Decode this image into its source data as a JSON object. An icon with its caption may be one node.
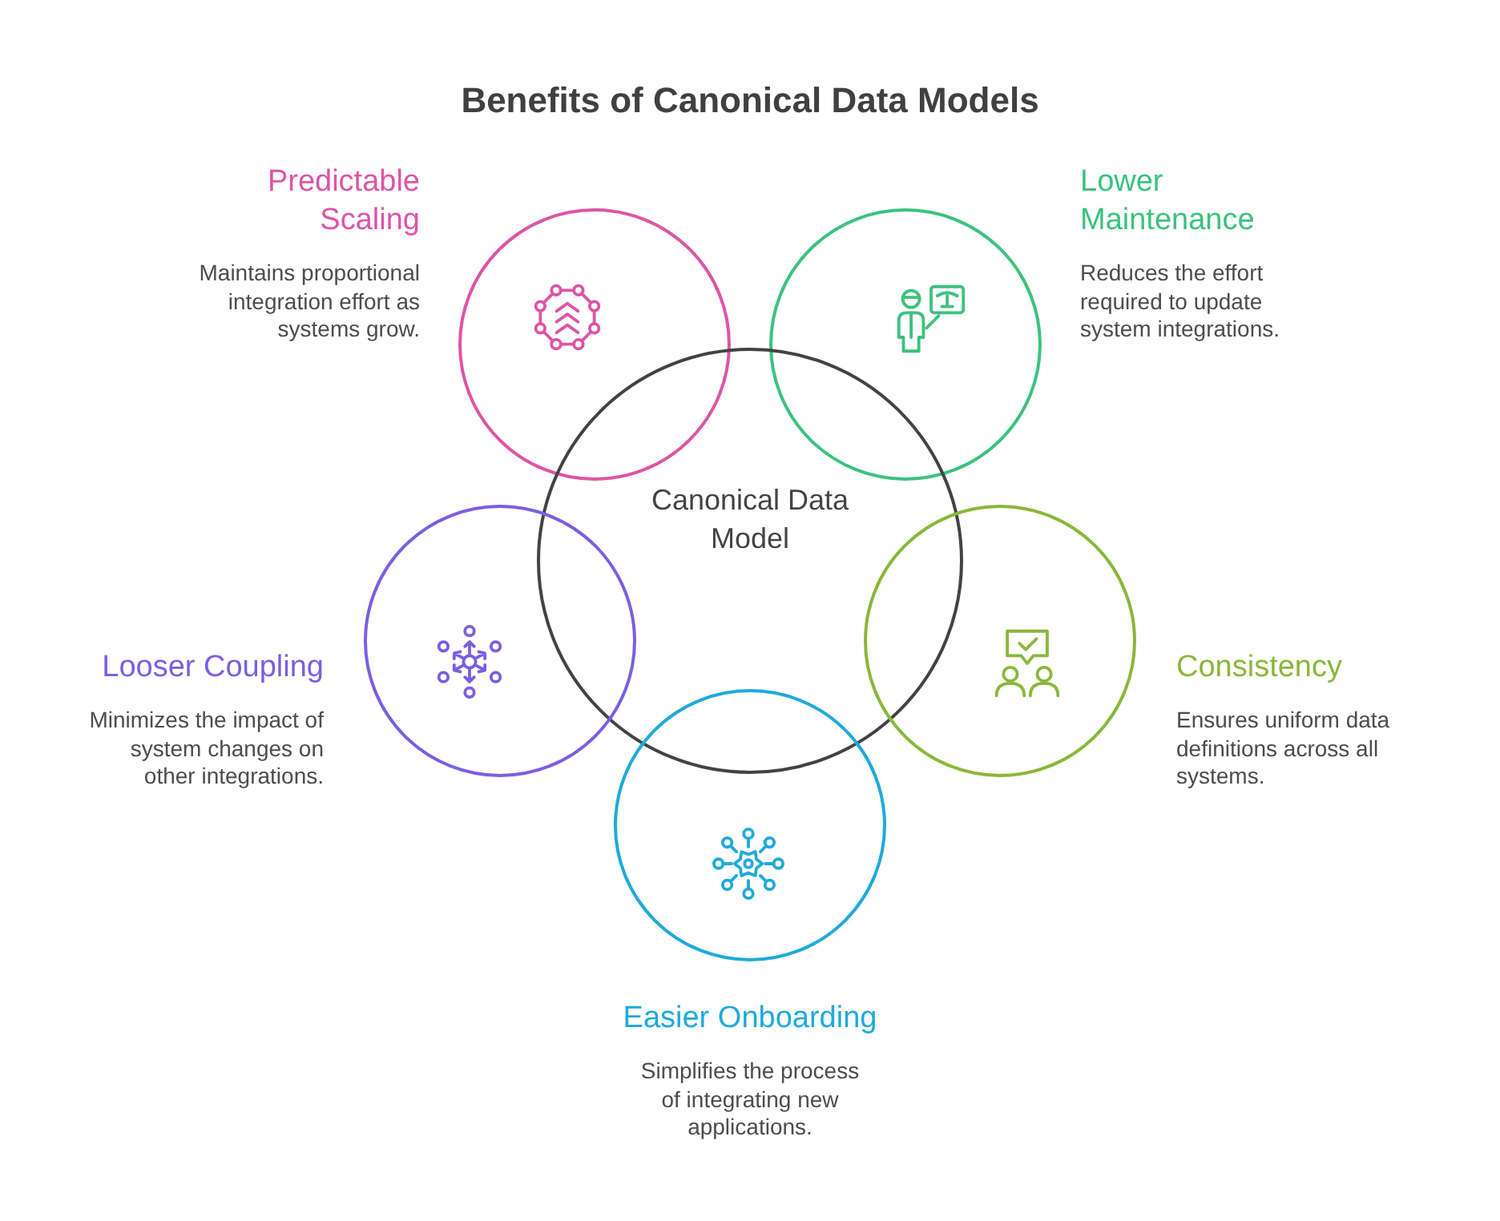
{
  "diagram": {
    "title": "Benefits of Canonical Data Models",
    "nodes": [
      {
        "text": [
          "Predictable Scaling",
          "Maintains proportional integration effort as systems grow."
        ]
      },
      {
        "text": [
          "Lower Maintenance",
          "Reduces the effort required to update system integrations."
        ]
      },
      {
        "text": [
          "Canonical Data Model"
        ]
      },
      {
        "text": [
          "Looser Coupling",
          "Minimizes the impact of system changes on other integrations."
        ]
      },
      {
        "text": [
          "Consistency",
          "Ensures uniform data definitions across all systems."
        ]
      },
      {
        "text": [
          "Easier Onboarding",
          "Simplifies the process of integrating new applications."
        ]
      }
    ]
  }
}
